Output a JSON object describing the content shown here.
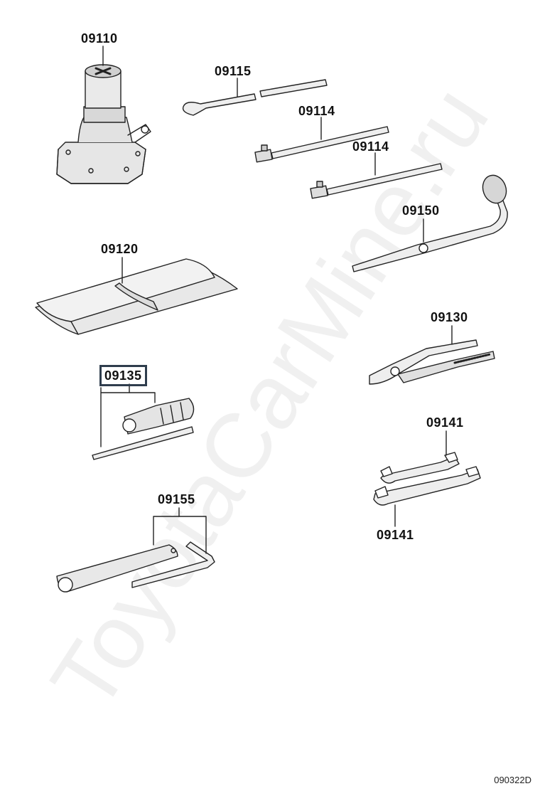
{
  "watermark": "ToyotaCarMine.ru",
  "diagram_code": "090322D",
  "colors": {
    "line": "#222222",
    "fill": "#e6e6e6",
    "accent_box": "#2f3d4d"
  },
  "parts": [
    {
      "number": "09110",
      "icon": "jack-icon"
    },
    {
      "number": "09115",
      "icon": "hook-wrench-icon"
    },
    {
      "number": "09114",
      "icon": "jack-handle-extension-icon"
    },
    {
      "number": "09114",
      "icon": "jack-handle-extension-icon"
    },
    {
      "number": "09150",
      "icon": "lug-wrench-icon"
    },
    {
      "number": "09120",
      "icon": "tool-bag-icon"
    },
    {
      "number": "09130",
      "icon": "pliers-icon"
    },
    {
      "number": "09135",
      "icon": "screwdriver-icon",
      "highlighted": true
    },
    {
      "number": "09141",
      "icon": "open-end-wrench-icon"
    },
    {
      "number": "09141",
      "icon": "open-end-wrench-icon"
    },
    {
      "number": "09155",
      "icon": "spark-plug-wrench-icon"
    }
  ]
}
